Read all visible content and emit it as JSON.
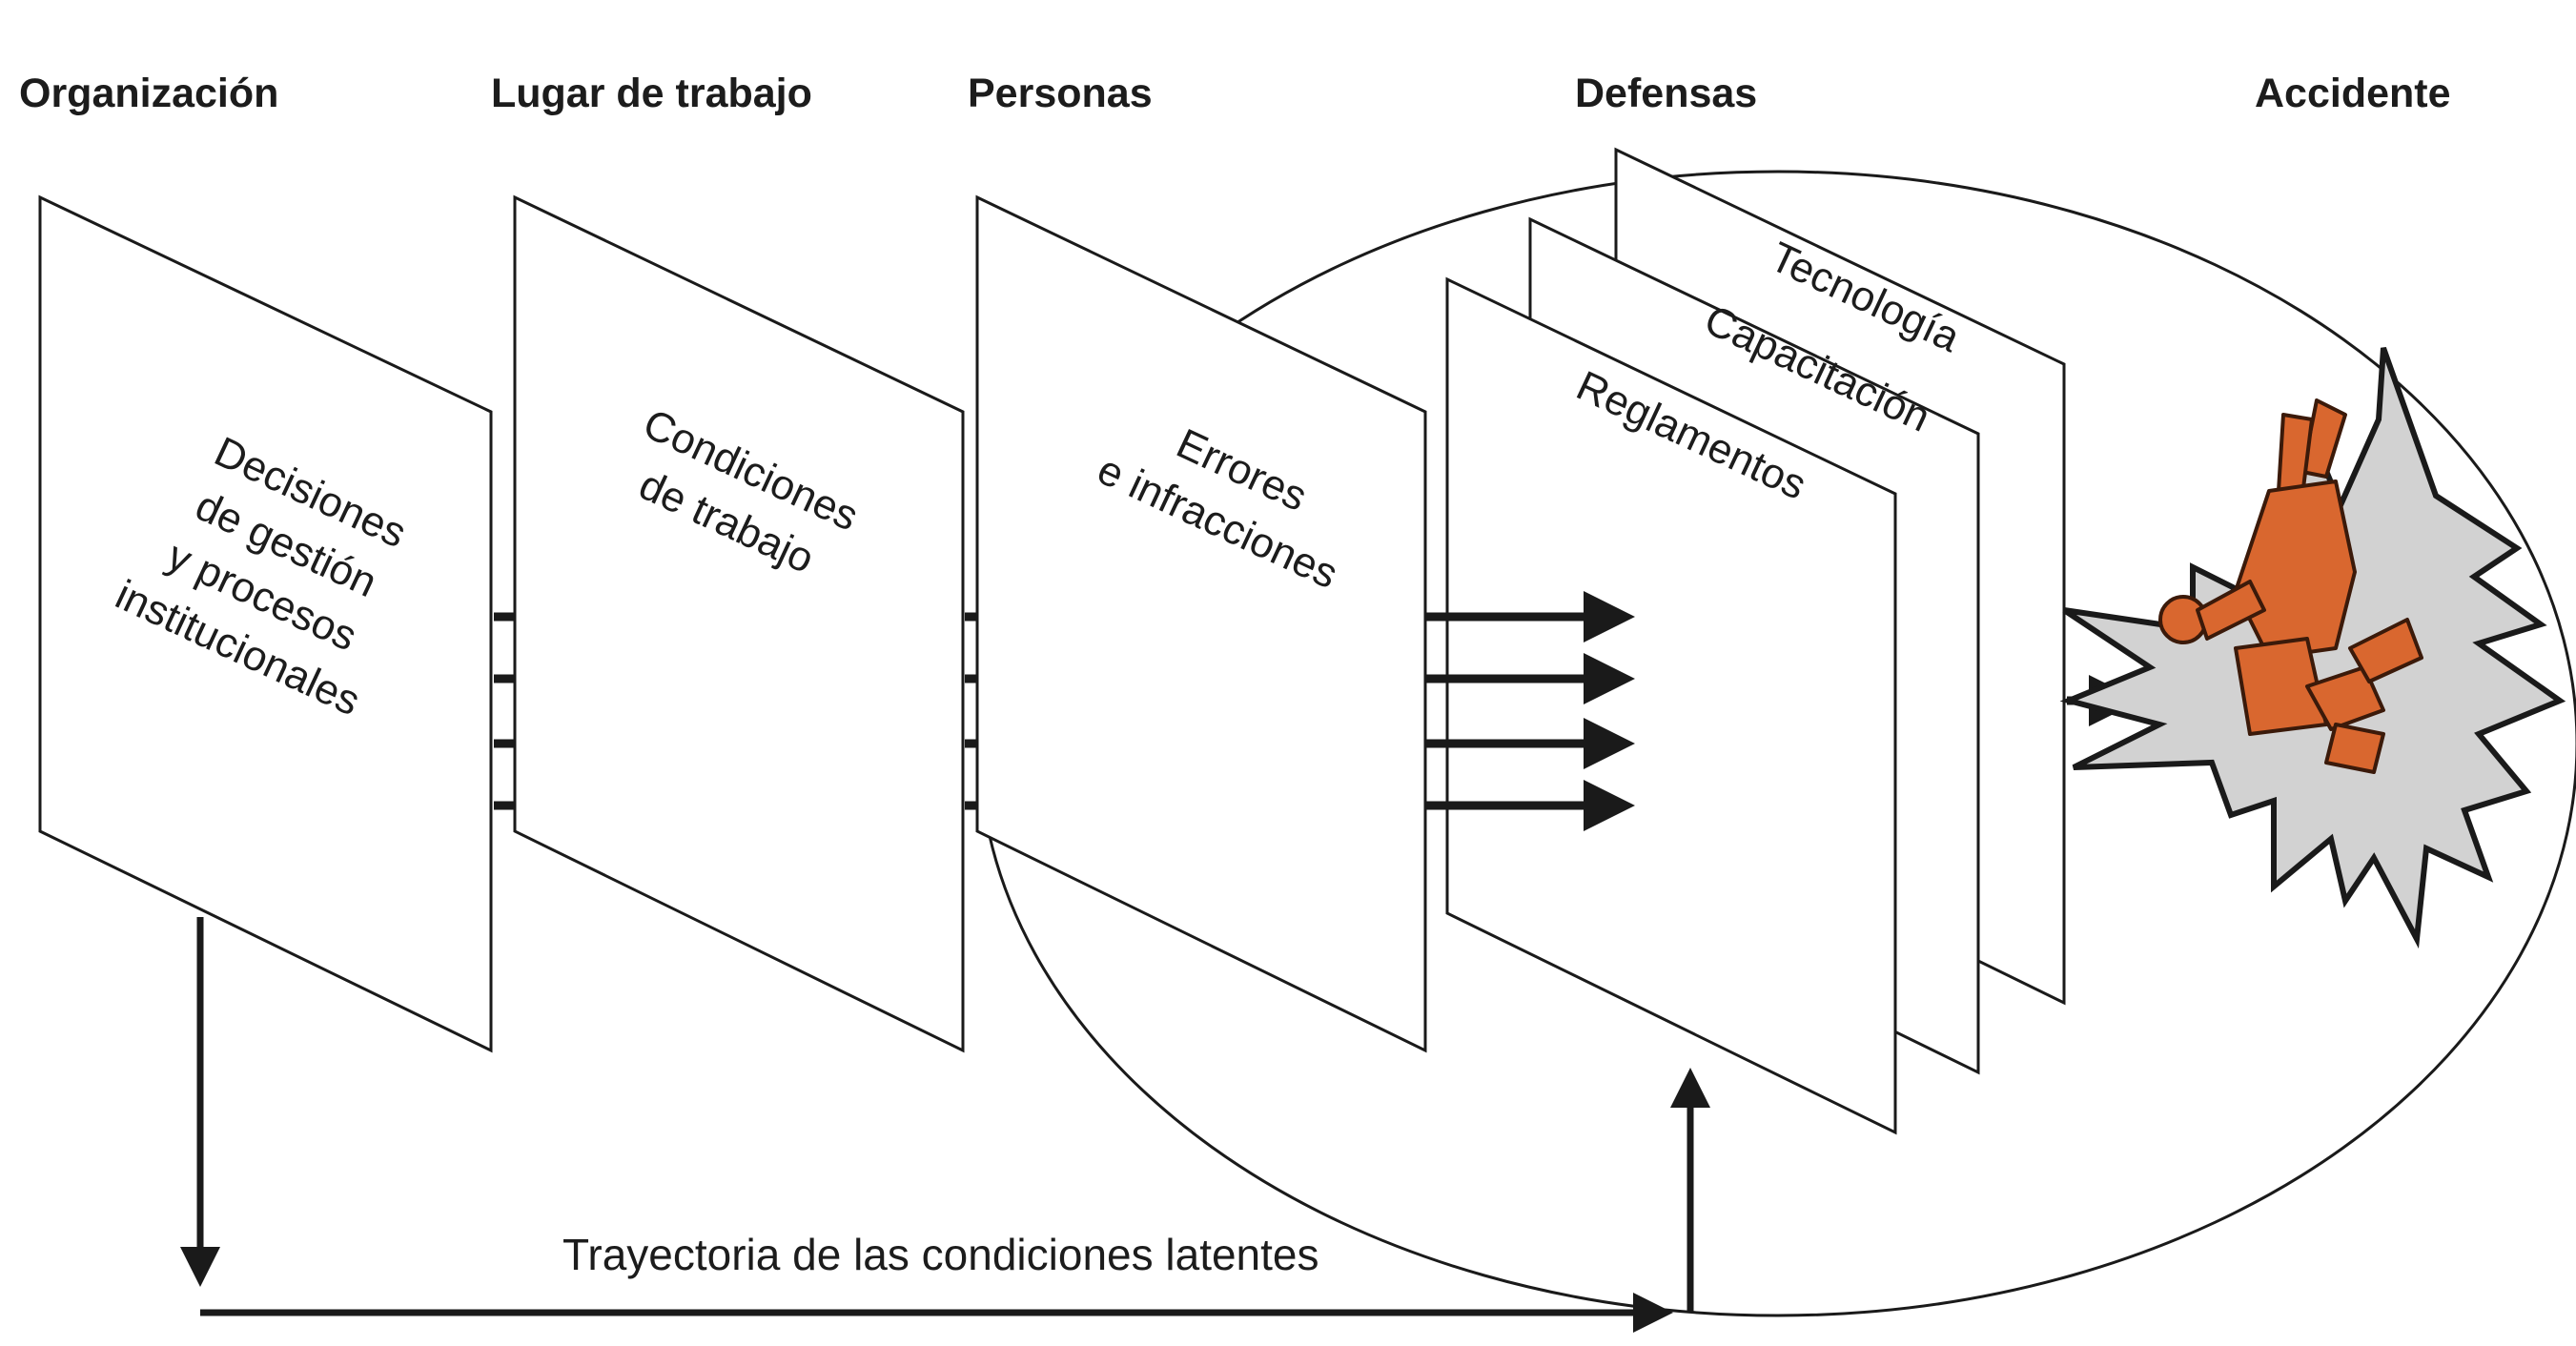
{
  "columns": {
    "organizacion": "Organización",
    "lugar_trabajo": "Lugar de trabajo",
    "personas": "Personas",
    "defensas": "Defensas",
    "accidente": "Accidente"
  },
  "panels": {
    "decisiones": [
      "Decisiones",
      "de gestión",
      "y procesos",
      "institucionales"
    ],
    "condiciones": [
      "Condiciones",
      "de trabajo"
    ],
    "errores": [
      "Errores",
      "e infracciones"
    ],
    "tecnologia": "Tecnología",
    "capacitacion": "Capacitación",
    "reglamentos": "Reglamentos"
  },
  "trajectory_label": "Trayectoria de las condiciones latentes",
  "colors": {
    "stroke": "#1a1a1a",
    "explosion": "#d2d2d2",
    "figure": "#d9672f"
  },
  "icons": {
    "accident": "explosion-icon",
    "person": "falling-person-icon"
  }
}
